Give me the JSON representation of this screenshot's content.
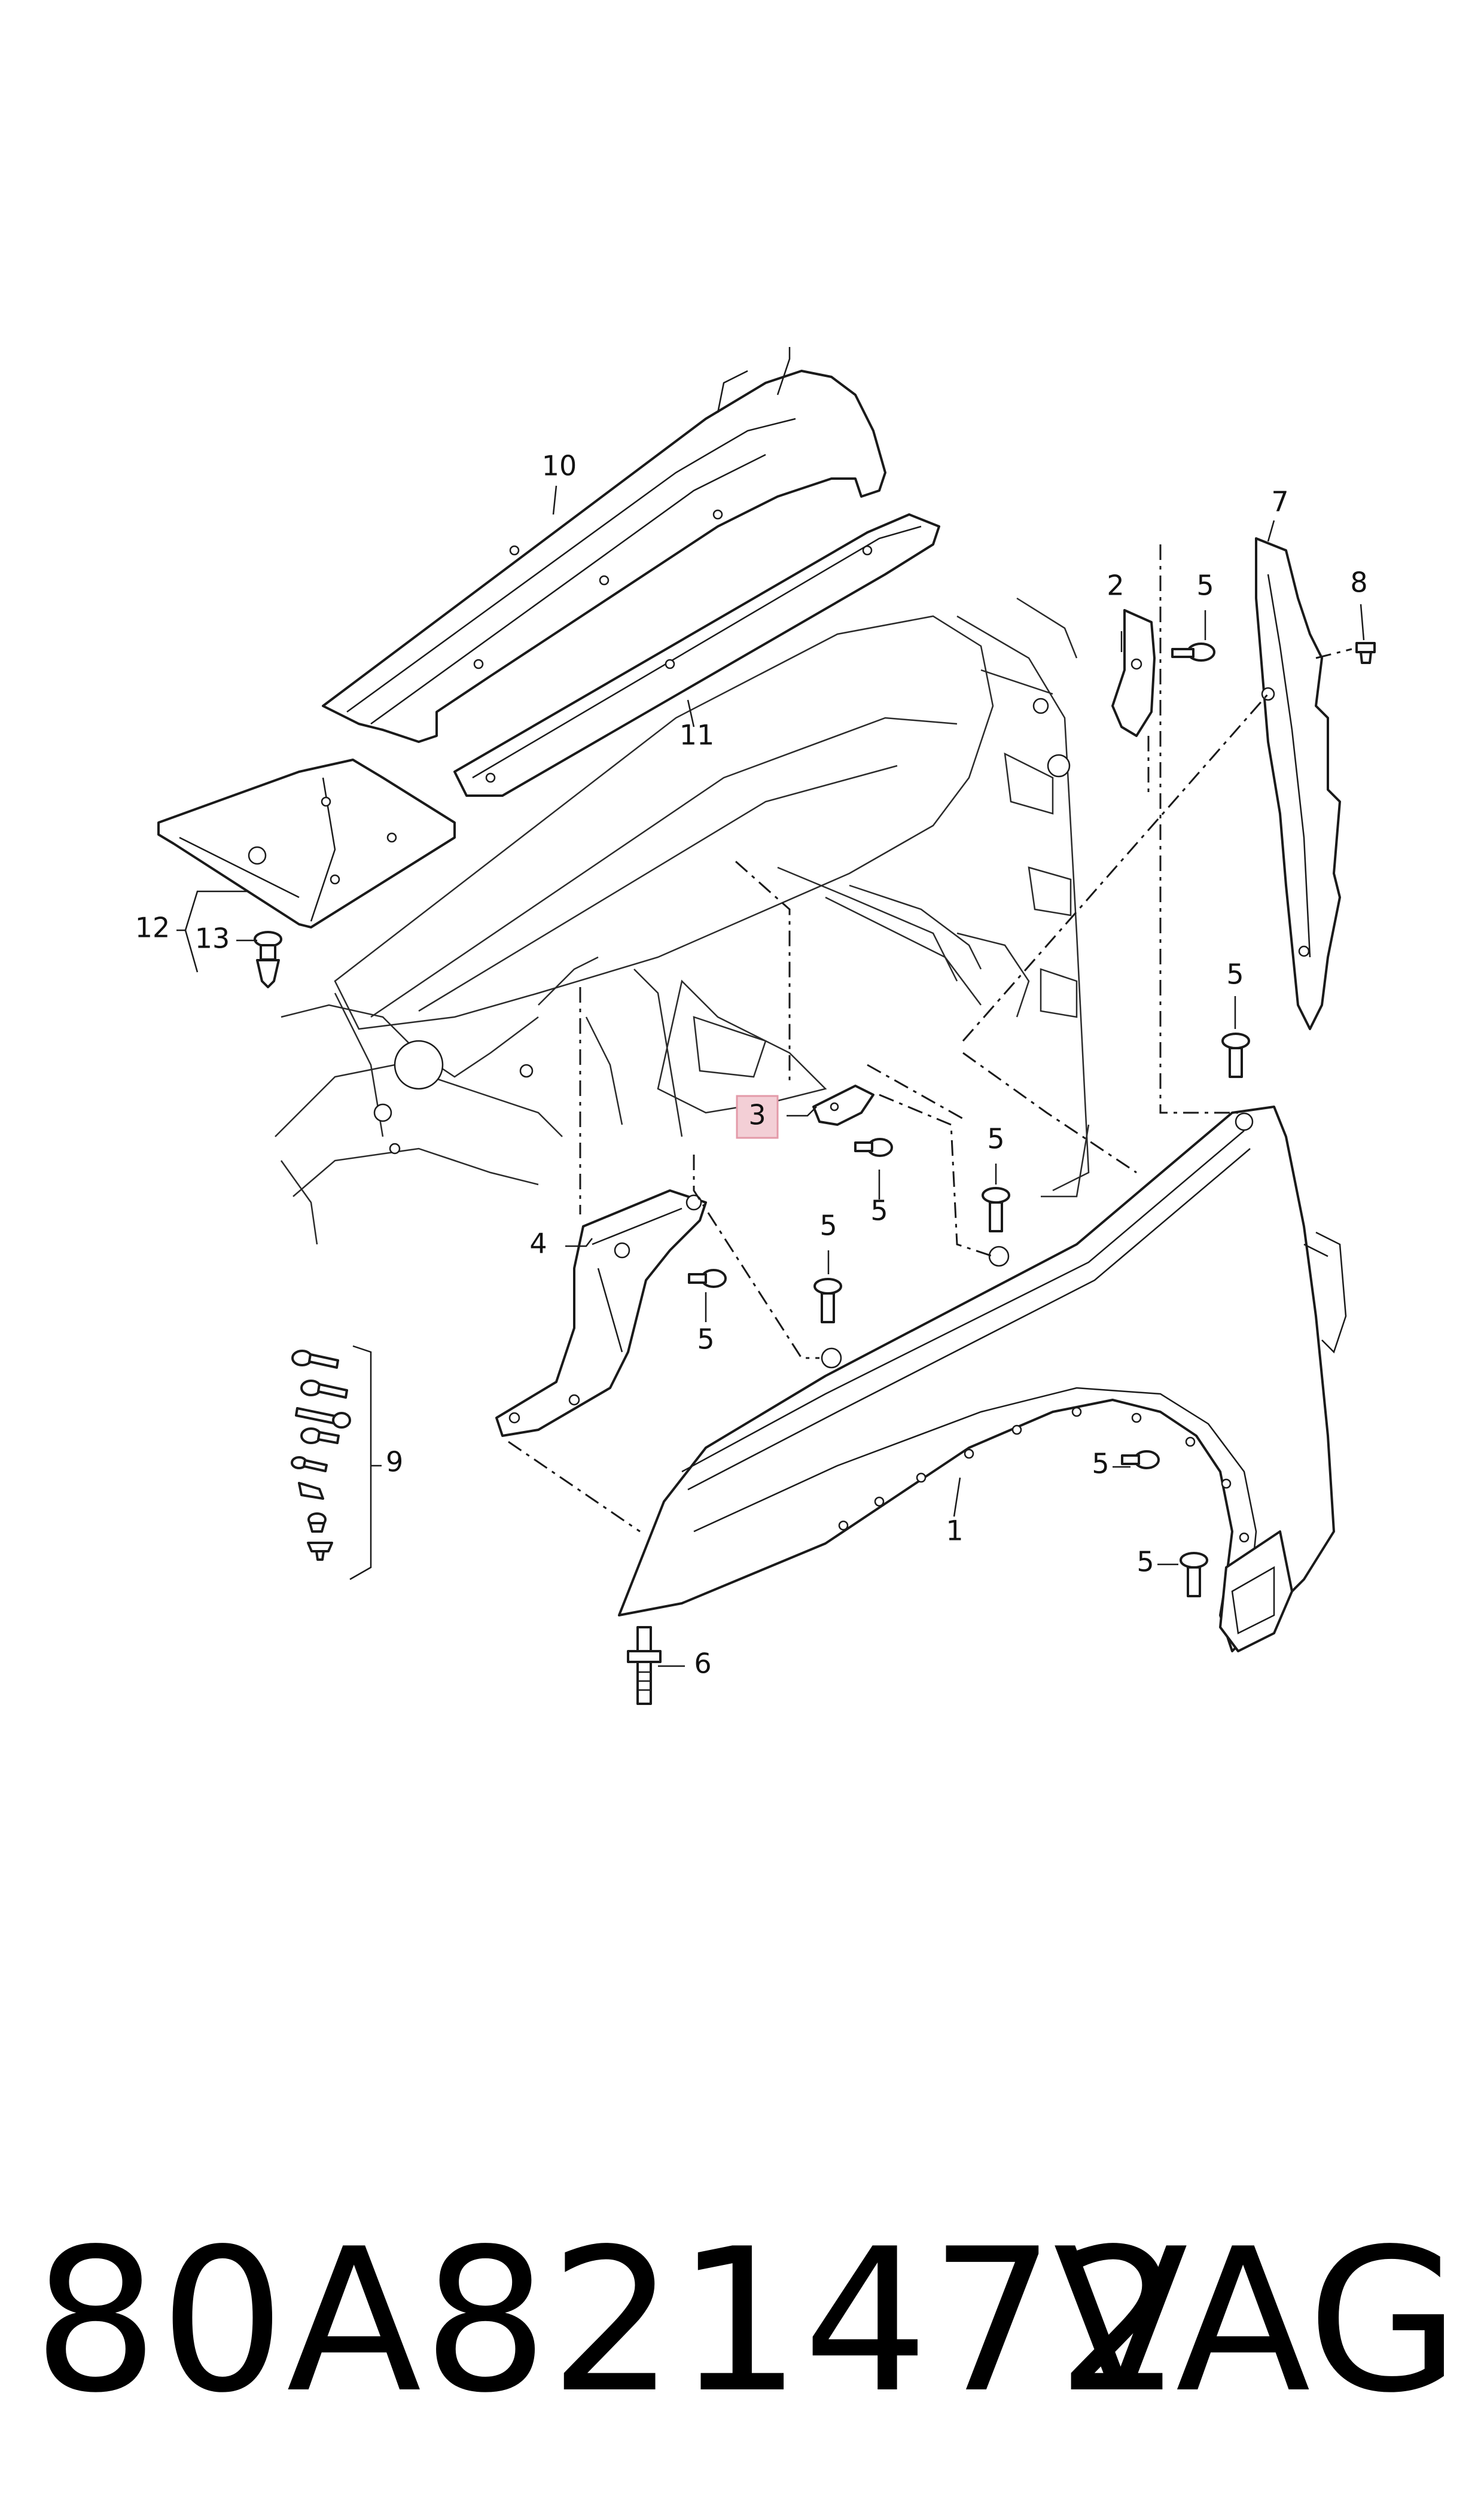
{
  "diagram": {
    "callouts": {
      "c1": "1",
      "c2": "2",
      "c3": "3",
      "c4": "4",
      "c5a": "5",
      "c5b": "5",
      "c5c": "5",
      "c5d": "5",
      "c5e": "5",
      "c5f": "5",
      "c5g": "5",
      "c5h": "5",
      "c6": "6",
      "c7": "7",
      "c8": "8",
      "c9": "9",
      "c10": "10",
      "c11": "11",
      "c12": "12",
      "c13": "13"
    },
    "highlight_color": "#f3cfd6",
    "highlight_border": "#e39aa8"
  },
  "footer": {
    "part_number": "80A821472",
    "brand": "VAG"
  }
}
